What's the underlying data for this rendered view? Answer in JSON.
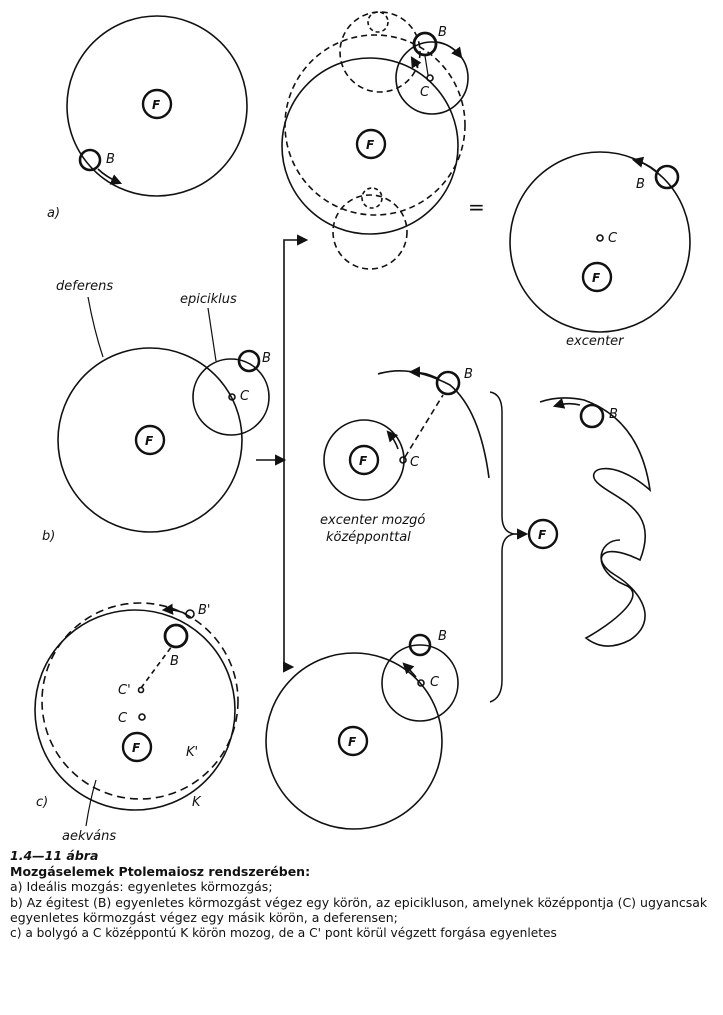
{
  "labels": {
    "F": "F",
    "B": "B",
    "C": "C",
    "B_prime": "B'",
    "C_prime": "C'",
    "K": "K",
    "K_prime": "K'",
    "eq": "=",
    "part_a": "a)",
    "part_b": "b)",
    "part_c": "c)",
    "deferens": "deferens",
    "epiciklus": "epiciklus",
    "excenter": "excenter",
    "excenter_mozgo_1": "excenter mozgó",
    "excenter_mozgo_2": "középponttal",
    "aekvans": "aekváns"
  },
  "caption": {
    "figure_no": "1.4—11 ábra",
    "title": "Mozgáselemek Ptolemaiosz rendszerében:",
    "line_a": "a) Ideális mozgás: egyenletes körmozgás;",
    "line_b": "b) Az égitest (B) egyenletes körmozgást végez egy körön, az epicikluson, amelynek középpontja (C) ugyancsak egyenletes körmozgást végez egy másik körön, a deferensen;",
    "line_c": "c) a bolygó a C középpontú K körön mozog, de a C' pont körül végzett forgása egyenletes"
  }
}
